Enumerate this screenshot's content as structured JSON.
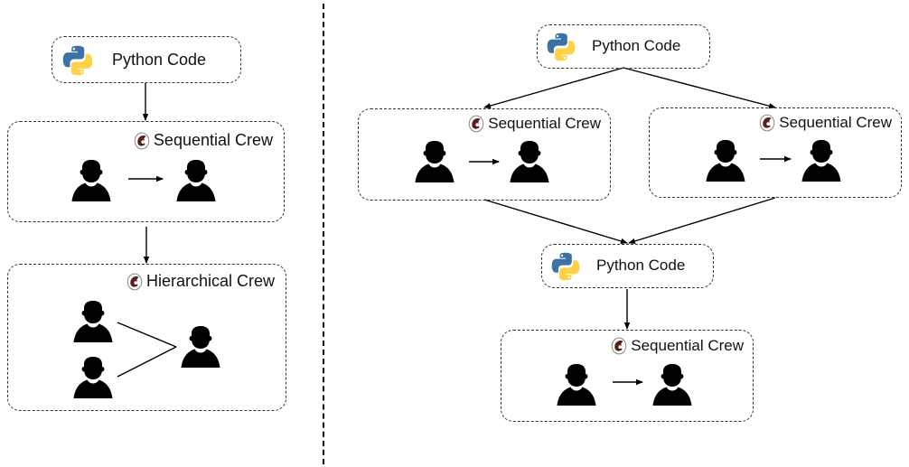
{
  "diagram": {
    "left_panel": {
      "python_node": {
        "label": "Python Code",
        "icon": "python-logo-icon"
      },
      "crews": [
        {
          "title": "Sequential Crew",
          "icon": "crewai-logo-icon",
          "type": "sequential",
          "agents": 2
        },
        {
          "title": "Hierarchical Crew",
          "icon": "crewai-logo-icon",
          "type": "hierarchical",
          "agents": 3
        }
      ]
    },
    "right_panel": {
      "top_python_node": {
        "label": "Python Code",
        "icon": "python-logo-icon"
      },
      "parallel_crews": [
        {
          "title": "Sequential Crew",
          "icon": "crewai-logo-icon",
          "type": "sequential",
          "agents": 2
        },
        {
          "title": "Sequential Crew",
          "icon": "crewai-logo-icon",
          "type": "sequential",
          "agents": 2
        }
      ],
      "middle_python_node": {
        "label": "Python Code",
        "icon": "python-logo-icon"
      },
      "final_crew": {
        "title": "Sequential Crew",
        "icon": "crewai-logo-icon",
        "type": "sequential",
        "agents": 2
      }
    },
    "colors": {
      "python_blue": "#3a72a6",
      "python_yellow": "#fdd247",
      "crew_logo": "#5a1f1a",
      "stroke": "#000000"
    }
  }
}
